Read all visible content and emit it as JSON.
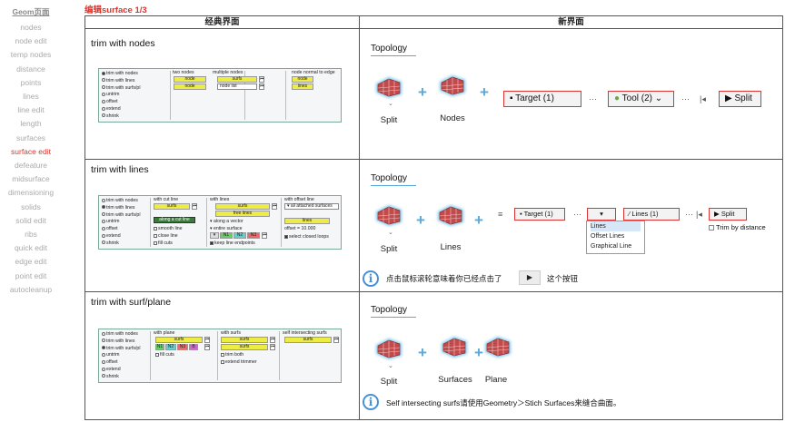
{
  "sidebar": {
    "title": "Geom页面",
    "items": [
      "nodes",
      "node edit",
      "temp nodes",
      "distance",
      "points",
      "lines",
      "line edit",
      "length",
      "surfaces",
      "surface edit",
      "defeature",
      "midsurface",
      "dimensioning",
      "solids",
      "solid edit",
      "ribs",
      "quick edit",
      "edge edit",
      "point edit",
      "autocleanup"
    ],
    "active": "surface edit"
  },
  "page_title": {
    "prefix": "编辑",
    "suffix": "surface 1/3"
  },
  "table": {
    "col_classic": "经典界面",
    "col_new": "新界面"
  },
  "row1": {
    "label": "trim with nodes",
    "panel": {
      "opts": [
        "trim with nodes",
        "trim with lines",
        "trim with surfs/pl",
        "untrim",
        "offset",
        "extend",
        "shrink"
      ],
      "sec1": "two nodes",
      "b1": "node",
      "b2": "node",
      "sec2": "multiple nodes",
      "b3": "surfs",
      "b4": "node list",
      "sec3": "node normal to edge",
      "b5": "node",
      "b6": "lines"
    },
    "topology": "Topology",
    "split": "Split",
    "nodes": "Nodes",
    "target": "Target (1)",
    "tool": "Tool (2)",
    "split_btn": "Split",
    "more": "···",
    "bar": "|◂"
  },
  "row2": {
    "label": "trim with lines",
    "panel": {
      "opts": [
        "trim with nodes",
        "trim with lines",
        "trim with surfs/pl",
        "untrim",
        "offset",
        "extend",
        "shrink"
      ],
      "sec1": "with cut line",
      "b1": "surfs",
      "b2": "along a cut line",
      "c1": "smooth line",
      "c2": "close line",
      "c3": "fill cuts",
      "sec2": "with lines",
      "b3": "surfs",
      "b4": "free lines",
      "d1": "along a vector",
      "d2": "entire surface",
      "n1": "N1",
      "n2": "N2",
      "n3": "N3",
      "c4": "keep line endpoints",
      "sec3": "with offset line",
      "w1": "all attached surfaces",
      "b5": "lines",
      "off": "offset =",
      "offv": "10.000",
      "c5": "select closed loops"
    },
    "topology": "Topology",
    "split": "Split",
    "lines": "Lines",
    "menu": "≡",
    "target": "Target (1)",
    "lines_btn": "Lines (1)",
    "split_btn": "Split",
    "trim_dist": "Trim by distance",
    "dd": [
      "Lines",
      "Offset Lines",
      "Graphical Line"
    ],
    "note_a": "点击鼠标滚轮意味着你已经点击了",
    "note_b": "这个按钮",
    "more": "···",
    "bar": "|◂"
  },
  "row3": {
    "label": "trim with surf/plane",
    "panel": {
      "opts": [
        "trim with nodes",
        "trim with lines",
        "trim with surfs/pl",
        "untrim",
        "offset",
        "extend",
        "shrink"
      ],
      "sec1": "with plane",
      "b1": "surfs",
      "n1": "N1",
      "n2": "N2",
      "n3": "N3",
      "bb": "B",
      "c1": "fill cuts",
      "sec2": "with surfs",
      "b2": "surfs",
      "b3": "surfs",
      "c2": "trim both",
      "c3": "extend trimmer",
      "sec3": "self intersecting surfs",
      "b4": "surfs"
    },
    "topology": "Topology",
    "split": "Split",
    "surfaces": "Surfaces",
    "plane": "Plane",
    "note": "Self intersecting surfs请使用Geometry＞Stich Surfaces来缝合曲面。"
  },
  "colors": {
    "accent": "#e0322b",
    "blue": "#5aa9d6",
    "yellow": "#ecec44"
  }
}
